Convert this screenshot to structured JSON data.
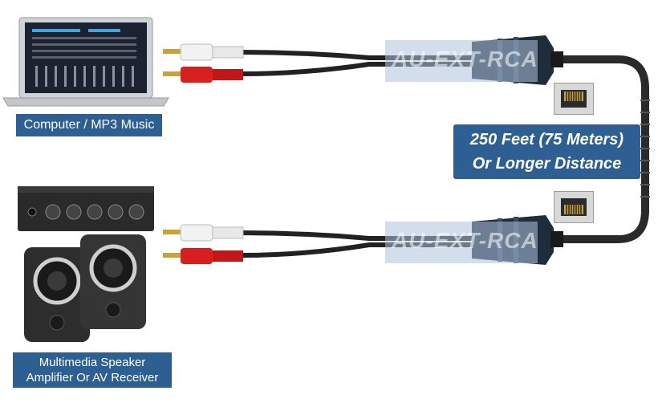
{
  "labels": {
    "computer": "Computer / MP3 Music",
    "speaker_line1": "Multimedia Speaker",
    "speaker_line2": "Amplifier Or AV Receiver",
    "distance_line1": "250 Feet (75 Meters)",
    "distance_line2": "Or Longer Distance"
  },
  "watermarks": {
    "top": "AU-EXT-RCA",
    "bottom": "AU-EXT-RCA"
  },
  "colors": {
    "label_bg": "#2d5f93",
    "rca_red": "#d81e1e",
    "rca_white": "#f2f2f2",
    "connector_dark": "#1f2c3c",
    "cable": "#2a2a2a"
  },
  "icons": [
    "laptop-icon",
    "amplifier-icon",
    "speakers-icon",
    "rj45-port-icon",
    "rca-plug-icon"
  ]
}
